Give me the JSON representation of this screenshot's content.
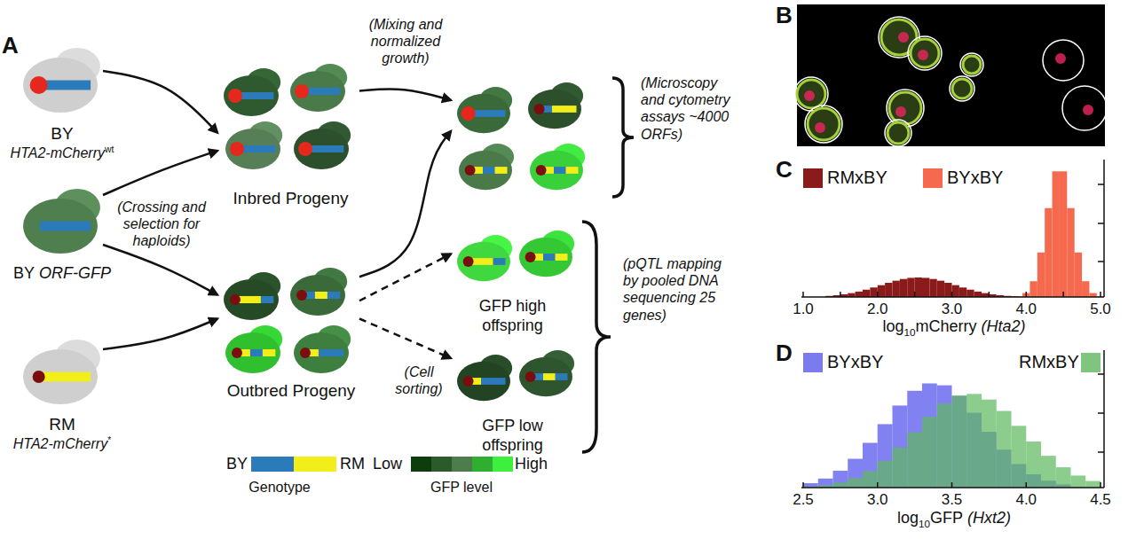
{
  "diagram": {
    "nodes": [
      {
        "text": [
          "BY",
          "HTA2-mCherry",
          "wt"
        ]
      },
      {
        "text": [
          "BY",
          "ORF-GFP"
        ]
      },
      {
        "text": [
          "RM",
          "HTA2-mCherry",
          "*"
        ]
      },
      {
        "text": [
          "Inbred Progeny"
        ]
      },
      {
        "text": [
          "Outbred Progeny"
        ]
      },
      {
        "text": [
          "(Microscopy and cytometry assays ~4000 ORFs)"
        ]
      },
      {
        "text": [
          "GFP high offspring"
        ]
      },
      {
        "text": [
          "GFP low offspring"
        ]
      }
    ],
    "edges": [
      {
        "from": 0,
        "to": 3,
        "arrow": "to"
      },
      {
        "from": 1,
        "to": 3,
        "arrow": "to"
      },
      {
        "from": 1,
        "to": 4,
        "arrow": "to"
      },
      {
        "from": 2,
        "to": 4,
        "arrow": "to"
      },
      {
        "from": 3,
        "to": 5,
        "arrow": "to"
      },
      {
        "from": 4,
        "to": 5,
        "arrow": "to"
      },
      {
        "from": 4,
        "to": 6,
        "arrow": "to"
      },
      {
        "from": 4,
        "to": 7,
        "arrow": "to"
      }
    ],
    "labels": [
      "A",
      "(Crossing and selection for haploids)",
      "(Mixing and normalized growth)",
      "(Cell sorting)",
      "(pQTL mapping by pooled DNA sequencing 25 genes)",
      "Genotype",
      "Low",
      "High",
      "GFP level",
      "B",
      "C",
      "1.0",
      "2.0",
      "3.0",
      "4.0",
      "5.0",
      "log",
      "10",
      "mCherry",
      "(Hta2)",
      "D",
      "2.5",
      "3.0",
      "3.5",
      "4.0",
      "4.5",
      "log",
      "10",
      "GFP",
      "(Hxt2)"
    ],
    "legend": [
      {
        "text": "BY",
        "color": "#2b7bba"
      },
      {
        "text": "RM",
        "color": "#f2ee1a"
      },
      {
        "text": "RMxBY",
        "color": "#8b1a1a"
      },
      {
        "text": "BYxBY",
        "color": "#f56a4e"
      },
      {
        "text": "BYxBY",
        "color": "#7b7bef"
      },
      {
        "text": "RMxBY",
        "color": "#7fc47f"
      }
    ]
  }
}
